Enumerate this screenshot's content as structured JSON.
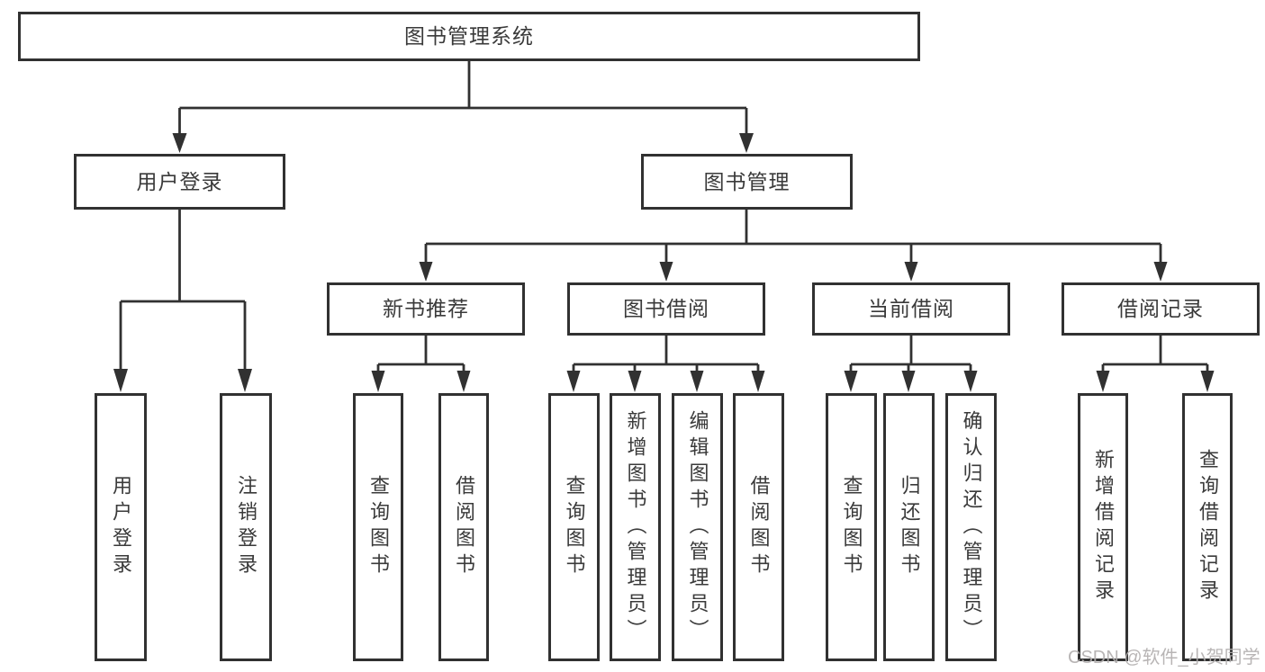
{
  "nodes": {
    "root": "图书管理系统",
    "user_login": "用户登录",
    "book_mgmt": "图书管理",
    "new_book": "新书推荐",
    "book_borrow": "图书借阅",
    "current_borrow": "当前借阅",
    "borrow_record": "借阅记录"
  },
  "leaves": {
    "user_login": [
      "用户登录",
      "注销登录"
    ],
    "new_book": [
      "查询图书",
      "借阅图书"
    ],
    "book_borrow": [
      "查询图书",
      "新增图书（管理员）",
      "编辑图书（管理员）",
      "借阅图书"
    ],
    "current_borrow": [
      "查询图书",
      "归还图书",
      "确认归还（管理员）"
    ],
    "borrow_record": [
      "新增借阅记录",
      "查询借阅记录"
    ]
  },
  "watermark": "CSDN @软件_小贺同学",
  "colors": {
    "line": "#313131",
    "text": "#3a3a3a",
    "box_background": "#ffffff",
    "watermark": "#b2afaf",
    "background": "#ffffff"
  }
}
